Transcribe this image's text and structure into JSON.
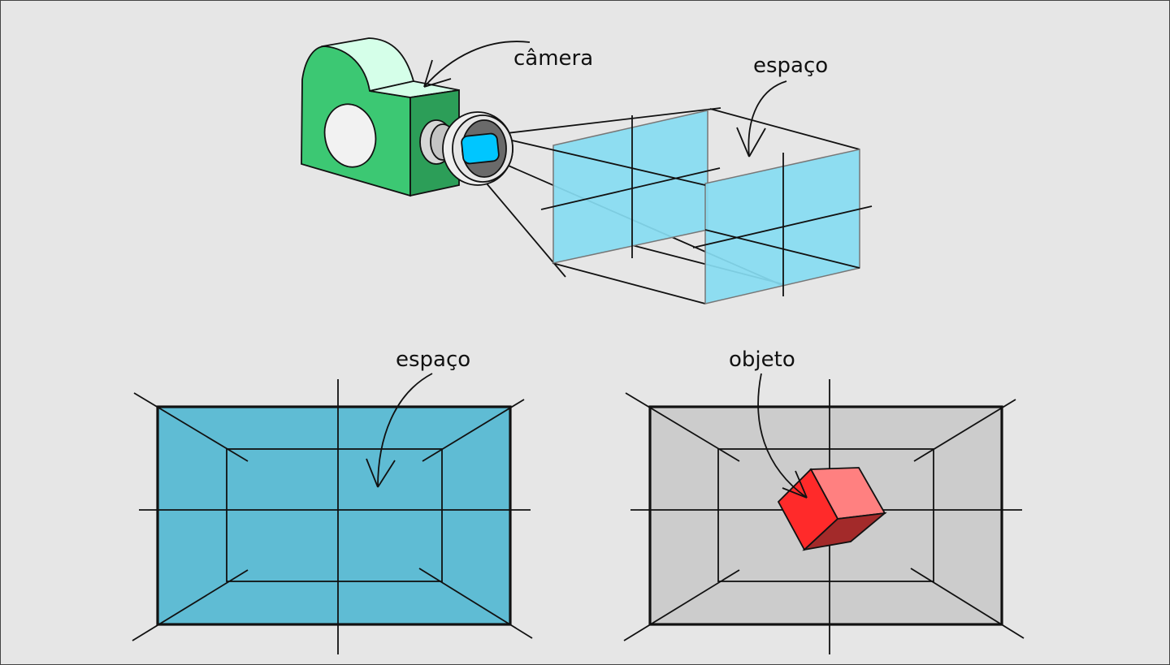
{
  "labels": {
    "camera": "câmera",
    "space_top": "espaço",
    "space_left": "espaço",
    "object": "objeto"
  },
  "colors": {
    "background": "#e6e6e6",
    "camera_body_front": "#3cc873",
    "camera_body_side": "#2c9e58",
    "camera_top": "#d5ffe9",
    "lens_glass": "#00c6ff",
    "space_planes": "#87dcf2",
    "space_room": "#5fbcd4",
    "object_room": "#cccccc",
    "cube_front": "#ff2a2a",
    "cube_top": "#ff8080",
    "cube_bottom": "#a32a2a"
  }
}
